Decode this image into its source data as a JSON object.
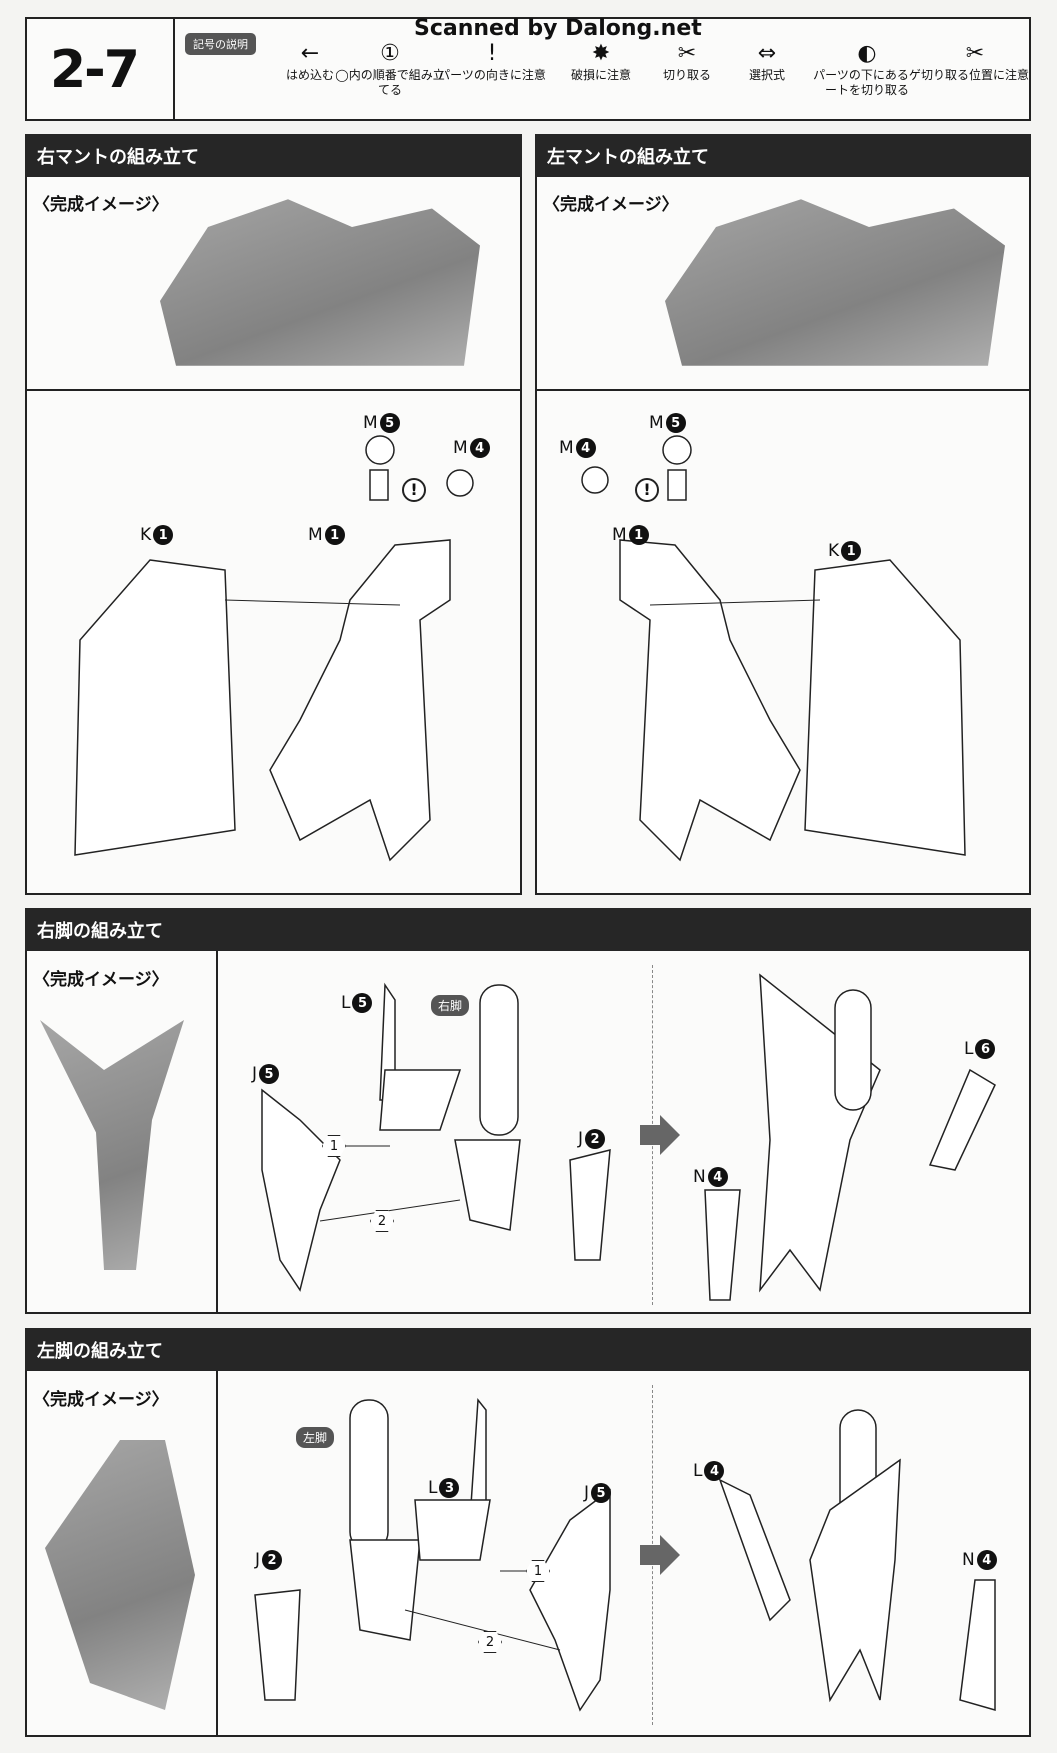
{
  "watermark": "Scanned by Dalong.net",
  "step": "2-7",
  "legend": {
    "title": "記号の説明",
    "items": [
      {
        "icon": "arrow-left-icon",
        "glyph": "←",
        "label": "はめ込む"
      },
      {
        "icon": "hexagon-number-icon",
        "glyph": "①",
        "label": "◯内の順番で組み立てる"
      },
      {
        "icon": "exclamation-icon",
        "glyph": "!",
        "label": "パーツの向きに注意"
      },
      {
        "icon": "breakage-icon",
        "glyph": "✸",
        "label": "破損に注意"
      },
      {
        "icon": "cut-icon",
        "glyph": "✂",
        "label": "切り取る"
      },
      {
        "icon": "choice-arrows-icon",
        "glyph": "⇔",
        "label": "選択式"
      },
      {
        "icon": "gate-under-part-icon",
        "glyph": "◐",
        "label": "パーツの下にあるゲートを切り取る"
      },
      {
        "icon": "cut-position-icon",
        "glyph": "✂",
        "label": "切り取る位置に注意"
      }
    ]
  },
  "complete_image_label": "〈完成イメージ〉",
  "sections": {
    "right_mantle": {
      "title": "右マントの組み立て",
      "labels": {
        "m5": "M",
        "m5n": "5",
        "m4": "M",
        "m4n": "4",
        "m1": "M",
        "m1n": "1",
        "k1": "K",
        "k1n": "1"
      }
    },
    "left_mantle": {
      "title": "左マントの組み立て",
      "labels": {
        "m5": "M",
        "m5n": "5",
        "m4": "M",
        "m4n": "4",
        "m1": "M",
        "m1n": "1",
        "k1": "K",
        "k1n": "1"
      }
    },
    "right_leg": {
      "title": "右脚の組み立て",
      "badge": "右脚",
      "labels": {
        "l5": "L",
        "l5n": "5",
        "j5": "J",
        "j5n": "5",
        "j2": "J",
        "j2n": "2",
        "l6": "L",
        "l6n": "6",
        "n4": "N",
        "n4n": "4"
      },
      "order": [
        "1",
        "2"
      ]
    },
    "left_leg": {
      "title": "左脚の組み立て",
      "badge": "左脚",
      "labels": {
        "l3": "L",
        "l3n": "3",
        "j5": "J",
        "j5n": "5",
        "j2": "J",
        "j2n": "2",
        "l4": "L",
        "l4n": "4",
        "n4": "N",
        "n4n": "4"
      },
      "order": [
        "1",
        "2"
      ]
    }
  }
}
